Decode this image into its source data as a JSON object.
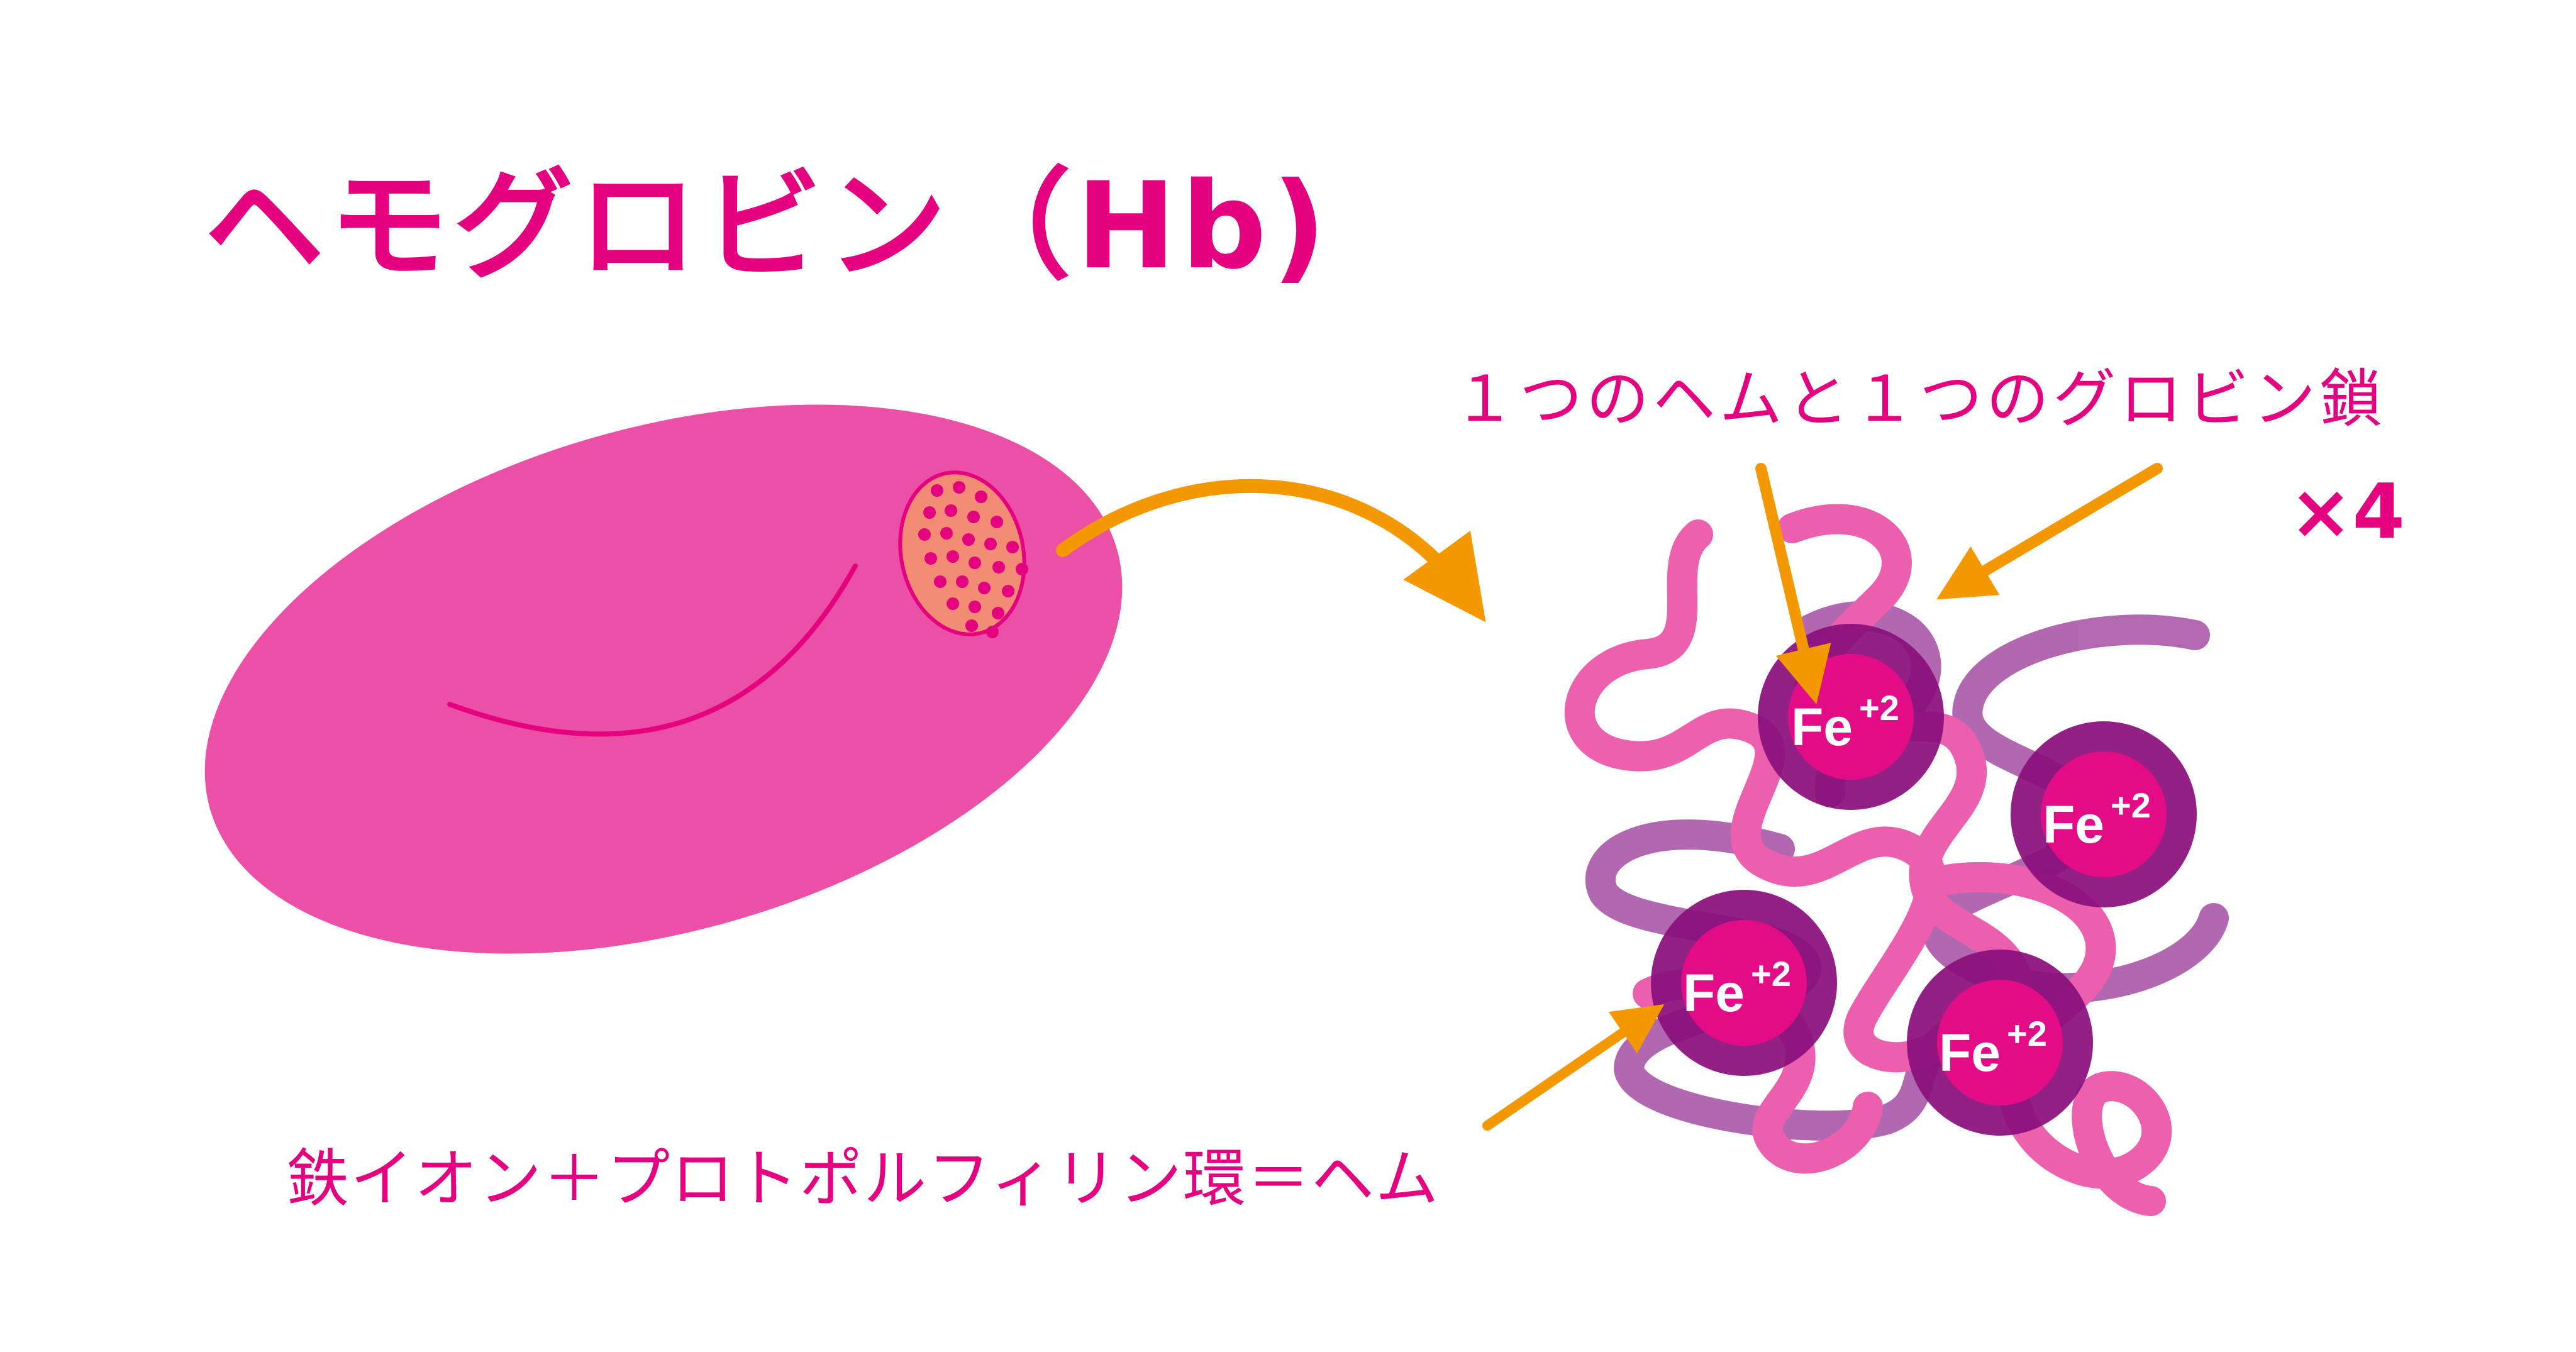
{
  "title": "ヘモグロビン（Hb)",
  "labels": {
    "heme_globin": "１つのヘムと１つのグロビン鎖",
    "times": "×4",
    "heme_definition": "鉄イオン＋プロトポルフィリン環＝ヘム"
  },
  "heme": {
    "symbol": "Fe",
    "charge": "+2",
    "count": 4
  },
  "colors": {
    "magenta": "#e4007f",
    "cell": "#ec4fa6",
    "chain_pink": "#ea4aa3",
    "chain_purple": "#a854a6",
    "heme_ring": "#8a0f7c",
    "heme_core": "#e20c86",
    "arrow": "#f39800",
    "nucleus": "#f28c74"
  },
  "icons": {
    "red_blood_cell": "red-blood-cell-icon",
    "hemoglobin_molecule": "hemoglobin-molecule-icon"
  }
}
